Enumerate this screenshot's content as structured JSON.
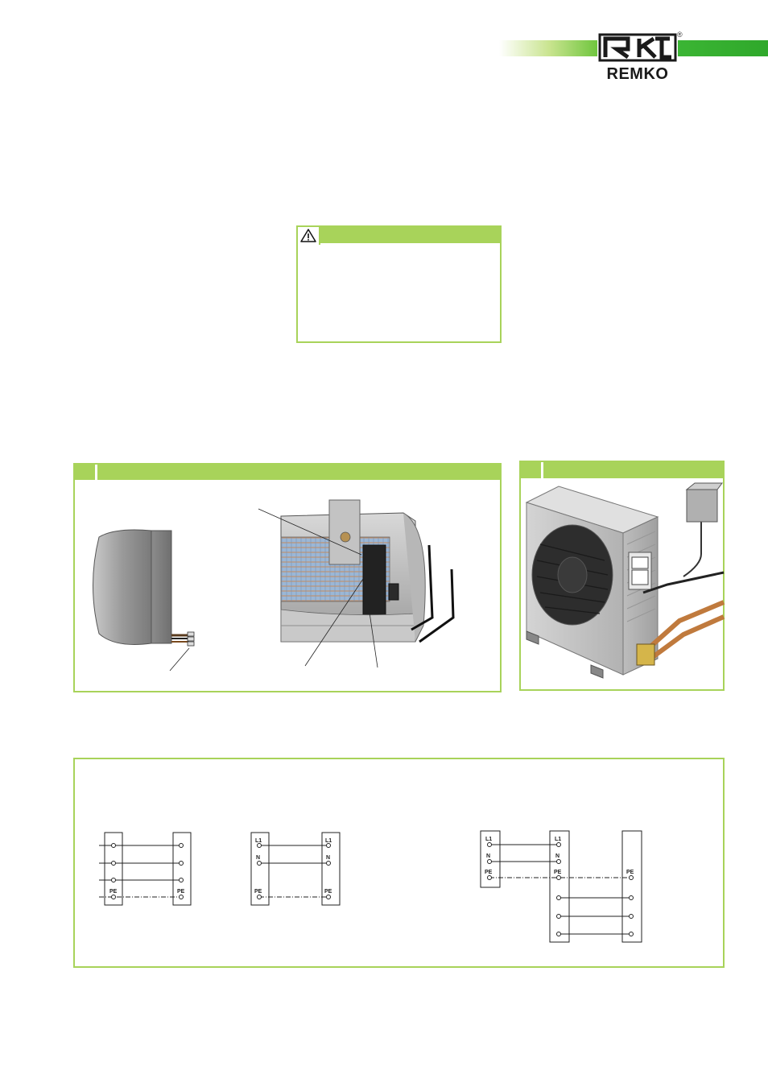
{
  "brand": {
    "name": "REMKO",
    "registered_mark": "®",
    "colors": {
      "accent": "#a8d35a",
      "brand_green": "#2fb232"
    }
  },
  "warning": {
    "icon": "warning-triangle-icon"
  },
  "wiring": {
    "diagram_a": {
      "right_pe": "PE",
      "left_pe": "PE"
    },
    "diagram_b": {
      "left": [
        "L1",
        "N",
        "PE"
      ],
      "right": [
        "L1",
        "N",
        "PE"
      ]
    },
    "diagram_c": {
      "left": [
        "L1",
        "N",
        "PE"
      ],
      "middle": [
        "L1",
        "N",
        "PE"
      ],
      "right_pe": "PE"
    }
  }
}
